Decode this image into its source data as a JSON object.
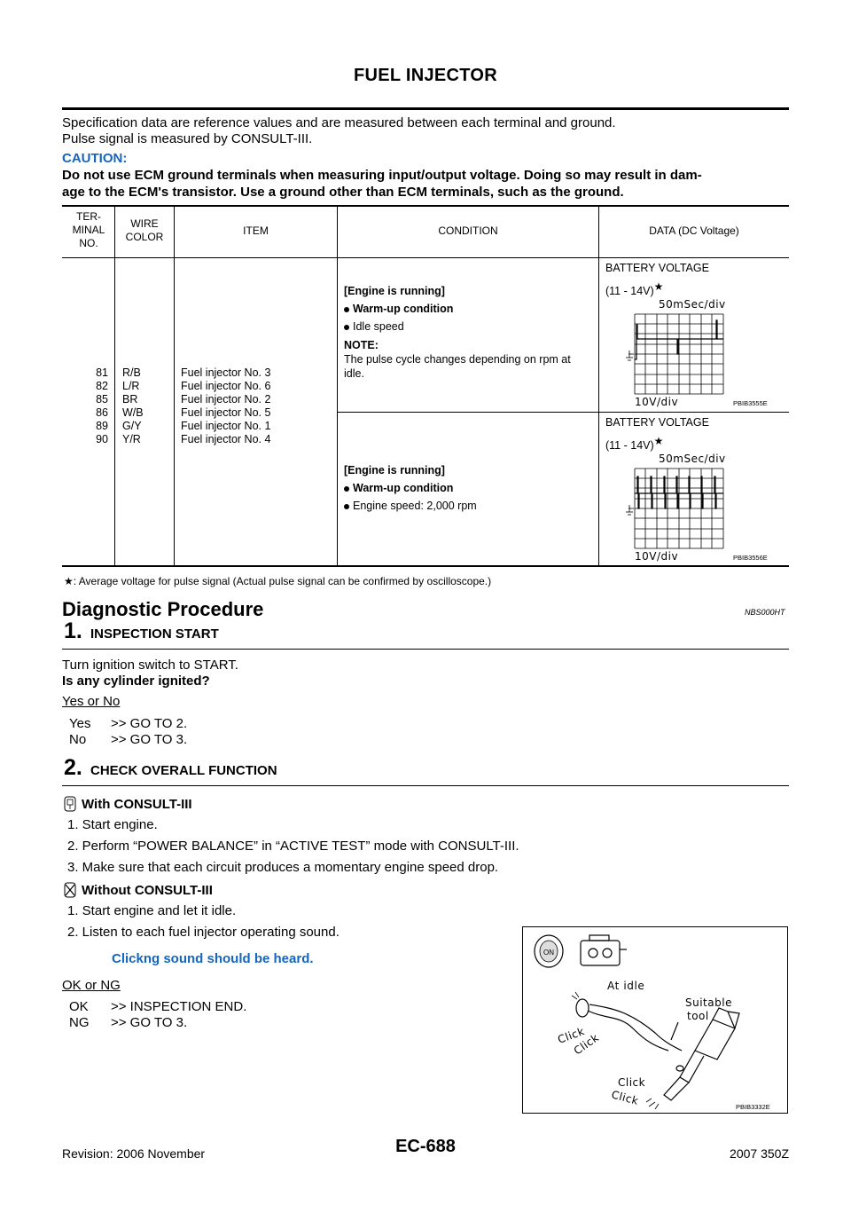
{
  "page": {
    "title": "FUEL INJECTOR"
  },
  "intro": {
    "line1": "Specification data are reference values and are measured between each terminal and ground.",
    "line2": "Pulse signal is measured by CONSULT-III.",
    "caution_label": "CAUTION:",
    "caution_line1": "Do not use ECM ground terminals when measuring input/output voltage. Doing so may result in dam-",
    "caution_line2": "age to the ECM's transistor. Use a ground other than ECM terminals, such as the ground."
  },
  "table": {
    "headers": {
      "terminal_l1": "TER-",
      "terminal_l2": "MINAL",
      "terminal_l3": "NO.",
      "wire_l1": "WIRE",
      "wire_l2": "COLOR",
      "item": "ITEM",
      "condition": "CONDITION",
      "data": "DATA (DC Voltage)"
    },
    "terminals": [
      "81",
      "82",
      "85",
      "86",
      "89",
      "90"
    ],
    "wire_colors": [
      "R/B",
      "L/R",
      "BR",
      "W/B",
      "G/Y",
      "Y/R"
    ],
    "items": [
      "Fuel injector No. 3",
      "Fuel injector No. 6",
      "Fuel injector No. 2",
      "Fuel injector No. 5",
      "Fuel injector No. 1",
      "Fuel injector No. 4"
    ],
    "row1": {
      "cond_heading": "[Engine is running]",
      "cond_b1": "Warm-up condition",
      "cond_b2": "Idle speed",
      "note_label": "NOTE:",
      "note_l1": "The pulse cycle changes depending on rpm at",
      "note_l2": "idle.",
      "data_l1": "BATTERY VOLTAGE",
      "data_l2": "(11 - 14V)",
      "scope_top": "50mSec/div",
      "scope_bottom": "10V/div",
      "fig_code": "PBIB3555E"
    },
    "row2": {
      "cond_heading": "[Engine is running]",
      "cond_b1": "Warm-up condition",
      "cond_b2": "Engine speed: 2,000 rpm",
      "data_l1": "BATTERY VOLTAGE",
      "data_l2": "(11 - 14V)",
      "scope_top": "50mSec/div",
      "scope_bottom": "10V/div",
      "fig_code": "PBIB3556E"
    },
    "star": "★",
    "footnote": ": Average voltage for pulse signal (Actual pulse signal can be confirmed by oscilloscope.)"
  },
  "diag": {
    "title": "Diagnostic Procedure",
    "code": "NBS000HT"
  },
  "step1": {
    "num": "1.",
    "title": "INSPECTION START",
    "body": "Turn ignition switch to START.",
    "question": "Is any cylinder ignited?",
    "choice_label": "Yes or No",
    "yes_key": "Yes",
    "yes_val": ">> GO TO 2.",
    "no_key": "No",
    "no_val": ">> GO TO 3."
  },
  "step2": {
    "num": "2.",
    "title": "CHECK OVERALL FUNCTION",
    "with_label": "With CONSULT-III",
    "with_items": [
      "1.   Start engine.",
      "2.   Perform “POWER BALANCE” in “ACTIVE TEST” mode with CONSULT-III.",
      "3.   Make sure that each circuit produces a momentary engine speed drop."
    ],
    "without_label": "Without CONSULT-III",
    "without_items": [
      "1.   Start engine and let it idle.",
      "2.   Listen to each fuel injector operating sound."
    ],
    "spec": "Clickng sound should be heard.",
    "choice_label": "OK or NG",
    "ok_key": "OK",
    "ok_val": ">> INSPECTION END.",
    "ng_key": "NG",
    "ng_val": ">> GO TO 3.",
    "fig": {
      "at_idle": "At idle",
      "suitable": "Suitable",
      "tool": "tool",
      "click": "Click",
      "on": "ON",
      "code": "PBIB3332E"
    }
  },
  "footer": {
    "revision": "Revision: 2006 November",
    "page_num": "EC-688",
    "model": "2007 350Z"
  }
}
